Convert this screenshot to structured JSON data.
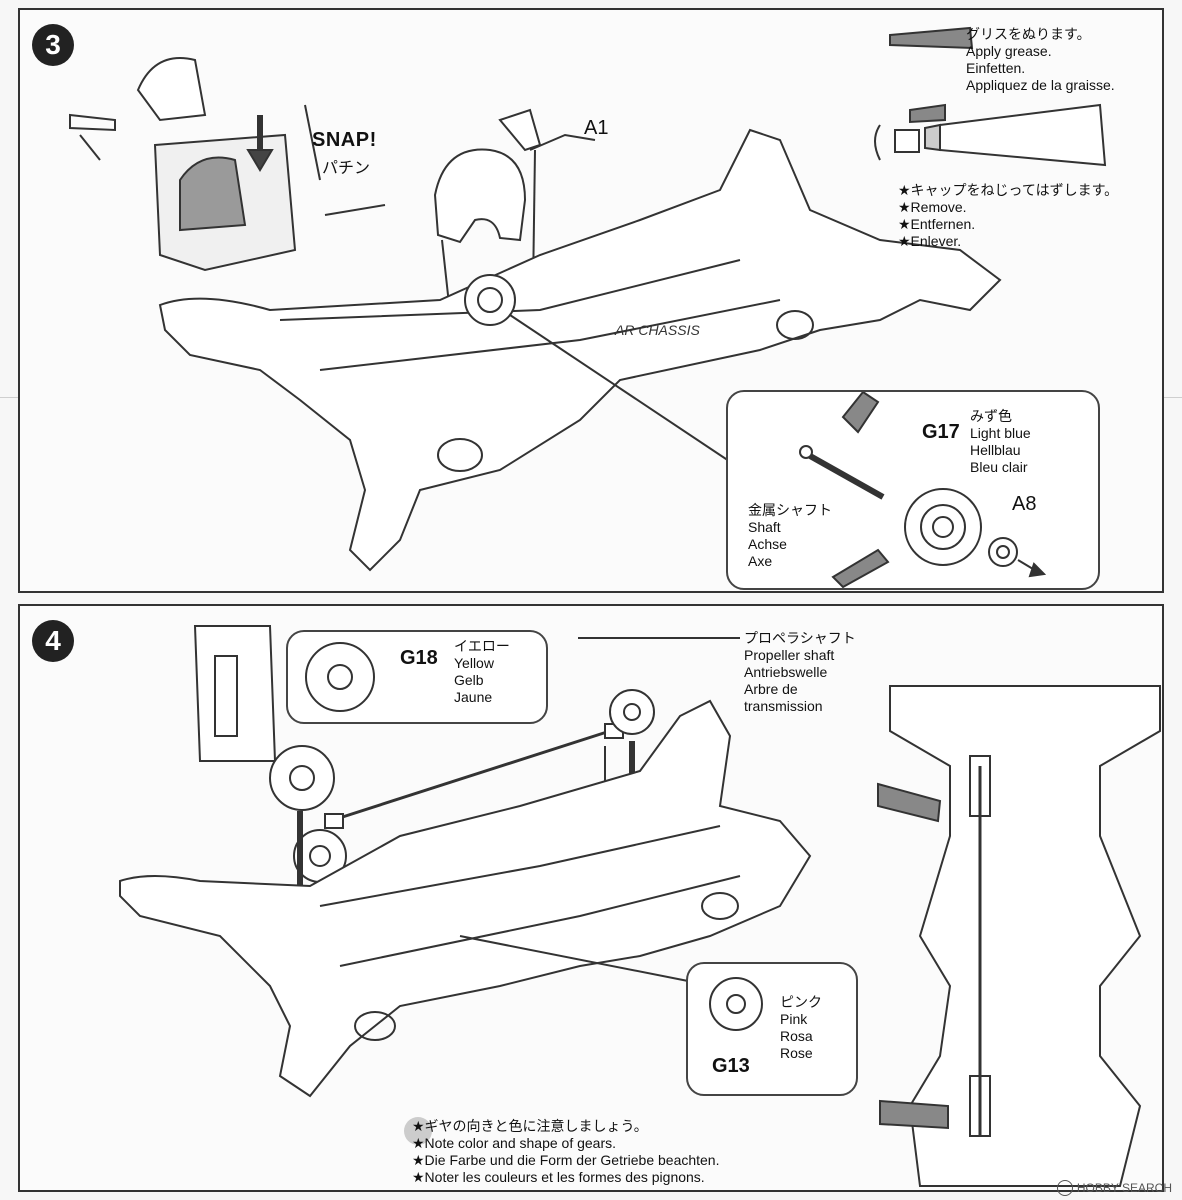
{
  "step3": {
    "number": "3",
    "snap_en": "SNAP!",
    "snap_ja": "パチン",
    "part_a1": "A1",
    "grease": [
      "グリスをぬります。",
      "Apply grease.",
      "Einfetten.",
      "Appliquez de la graisse."
    ],
    "remove_cap": [
      "★キャップをねじってはずします。",
      "★Remove.",
      "★Entfernen.",
      "★Enlever."
    ],
    "g17": {
      "code": "G17",
      "color_lines": [
        "みず色",
        "Light blue",
        "Hellblau",
        "Bleu clair"
      ]
    },
    "shaft": [
      "金属シャフト",
      "Shaft",
      "Achse",
      "Axe"
    ],
    "part_a8": "A8"
  },
  "step4": {
    "number": "4",
    "g18": {
      "code": "G18",
      "color_lines": [
        "イエロー",
        "Yellow",
        "Gelb",
        "Jaune"
      ]
    },
    "propeller": [
      "プロペラシャフト",
      "Propeller shaft",
      "Antriebswelle",
      "Arbre de",
      "transmission"
    ],
    "g13": {
      "code": "G13",
      "color_lines": [
        "ピンク",
        "Pink",
        "Rosa",
        "Rose"
      ]
    },
    "note": [
      "★ギヤの向きと色に注意しましょう。",
      "★Note color and shape of gears.",
      "★Die Farbe und die Form der Getriebe beachten.",
      "★Noter les couleurs et les formes des pignons."
    ]
  },
  "watermark": "HOBBY SEARCH",
  "colors": {
    "line": "#333333",
    "grease_gray": "#8a8a8a",
    "panel_bg": "#fbfbfb"
  }
}
